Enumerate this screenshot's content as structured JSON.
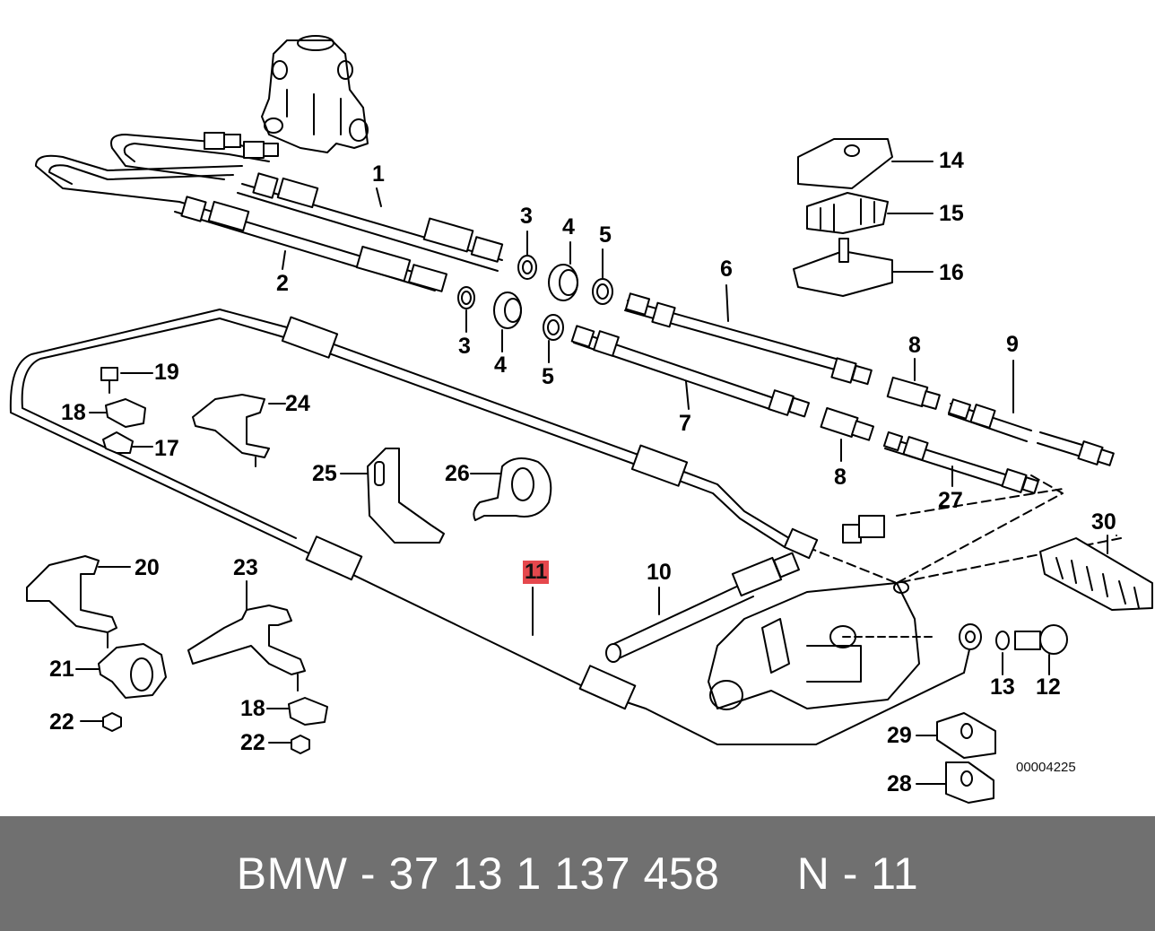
{
  "diagram": {
    "callouts": [
      {
        "id": "c1",
        "text": "1"
      },
      {
        "id": "c2",
        "text": "2"
      },
      {
        "id": "c3a",
        "text": "3"
      },
      {
        "id": "c3b",
        "text": "3"
      },
      {
        "id": "c4a",
        "text": "4"
      },
      {
        "id": "c4b",
        "text": "4"
      },
      {
        "id": "c5a",
        "text": "5"
      },
      {
        "id": "c5b",
        "text": "5"
      },
      {
        "id": "c6",
        "text": "6"
      },
      {
        "id": "c7",
        "text": "7"
      },
      {
        "id": "c8a",
        "text": "8"
      },
      {
        "id": "c8b",
        "text": "8"
      },
      {
        "id": "c9",
        "text": "9"
      },
      {
        "id": "c10",
        "text": "10"
      },
      {
        "id": "c11",
        "text": "11"
      },
      {
        "id": "c12",
        "text": "12"
      },
      {
        "id": "c13",
        "text": "13"
      },
      {
        "id": "c14",
        "text": "14"
      },
      {
        "id": "c15",
        "text": "15"
      },
      {
        "id": "c16",
        "text": "16"
      },
      {
        "id": "c17",
        "text": "17"
      },
      {
        "id": "c18a",
        "text": "18"
      },
      {
        "id": "c18b",
        "text": "18"
      },
      {
        "id": "c19",
        "text": "19"
      },
      {
        "id": "c20",
        "text": "20"
      },
      {
        "id": "c21",
        "text": "21"
      },
      {
        "id": "c22a",
        "text": "22"
      },
      {
        "id": "c22b",
        "text": "22"
      },
      {
        "id": "c23",
        "text": "23"
      },
      {
        "id": "c24",
        "text": "24"
      },
      {
        "id": "c25",
        "text": "25"
      },
      {
        "id": "c26",
        "text": "26"
      },
      {
        "id": "c27",
        "text": "27"
      },
      {
        "id": "c28",
        "text": "28"
      },
      {
        "id": "c29",
        "text": "29"
      },
      {
        "id": "c30",
        "text": "30"
      }
    ],
    "highlighted_part": "11",
    "highlight_color": "#e5484d",
    "catalog_number": "00004225"
  },
  "footer": {
    "brand": "BMW",
    "separator": "-",
    "part_number": "37 13 1 137 458",
    "position_label": "N - 11",
    "background_color": "#707070"
  }
}
